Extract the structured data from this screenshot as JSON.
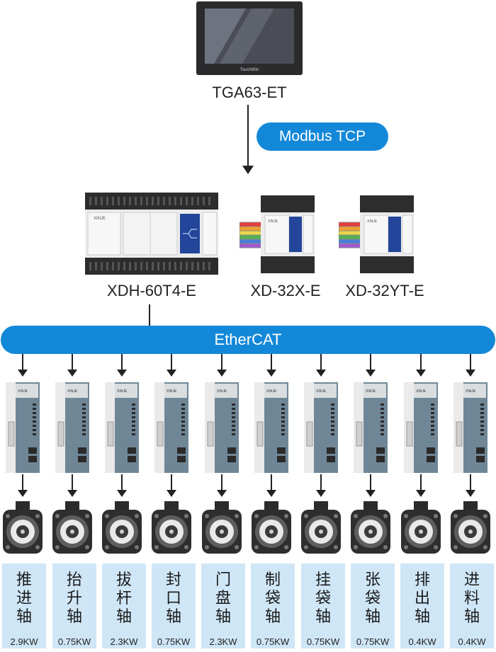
{
  "hmi": {
    "model": "TGA63-ET",
    "logo": "TouchWin"
  },
  "link_top": {
    "protocol": "Modbus TCP"
  },
  "controllers": [
    {
      "model": "XDH-60T4-E",
      "brand": "XINJE"
    },
    {
      "model": "XD-32X-E",
      "brand": "XINJE"
    },
    {
      "model": "XD-32YT-E",
      "brand": "XINJE"
    }
  ],
  "bus": {
    "name": "EtherCAT"
  },
  "drive_brand": "XINJE",
  "axes": [
    {
      "name": "推进轴",
      "power": "2.9KW"
    },
    {
      "name": "抬升轴",
      "power": "0.75KW"
    },
    {
      "name": "拔杆轴",
      "power": "2.3KW"
    },
    {
      "name": "封口轴",
      "power": "0.75KW"
    },
    {
      "name": "门盘轴",
      "power": "2.3KW"
    },
    {
      "name": "制袋轴",
      "power": "0.75KW"
    },
    {
      "name": "挂袋轴",
      "power": "0.75KW"
    },
    {
      "name": "张袋轴",
      "power": "0.75KW"
    },
    {
      "name": "排出轴",
      "power": "0.4KW"
    },
    {
      "name": "进料轴",
      "power": "0.4KW"
    }
  ]
}
